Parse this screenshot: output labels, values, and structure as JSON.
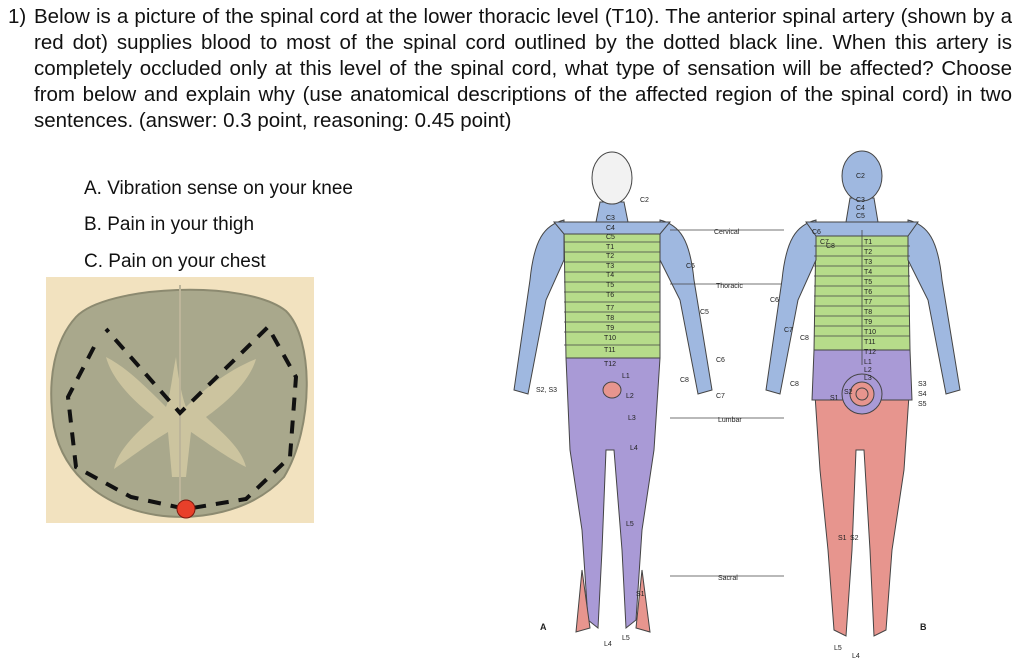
{
  "question": {
    "number": "1)",
    "text": "Below is a picture of the spinal cord at the lower thoracic level (T10). The anterior spinal artery (shown by a red dot) supplies blood to most of the spinal cord outlined by the dotted black line. When this artery is completely occluded only at this level of the spinal cord, what type of sensation will be affected? Choose from below and explain why (use anatomical descriptions of the affected region of the spinal cord) in two sentences. (answer: 0.3 point, reasoning: 0.45 point)"
  },
  "options": [
    "A. Vibration sense on your knee",
    "B. Pain in your thigh",
    "C. Pain on your chest"
  ],
  "colors": {
    "cervical": "#9fb8e0",
    "thoracic": "#b6dc8a",
    "lumbar": "#a99ad6",
    "sacral": "#e7958e",
    "artery": "#e8402a",
    "cord_bg": "#f2e2bf",
    "grey_matter": "#8b8e7a"
  },
  "dermatome": {
    "front": {
      "head": "C2",
      "levels": [
        "C3",
        "C4",
        "C5",
        "T1",
        "T2",
        "T3",
        "T4",
        "T5",
        "T6",
        "T7",
        "T8",
        "T9",
        "T10",
        "T11",
        "T12"
      ],
      "arm": [
        "C6",
        "C5",
        "C8",
        "C6",
        "C7"
      ],
      "legs": [
        "L1",
        "L2",
        "L3",
        "L4",
        "L5",
        "S1",
        "L4",
        "L5"
      ],
      "groin": "S2, S3",
      "panel": "A"
    },
    "regions": [
      "Cervical",
      "Thoracic",
      "Lumbar",
      "Sacral"
    ],
    "back": {
      "head": "C2",
      "levels": [
        "C3",
        "C4",
        "C5",
        "T1",
        "T2",
        "T3",
        "T4",
        "T5",
        "T6",
        "T7",
        "T8",
        "T9",
        "T10",
        "T11",
        "T12",
        "L1",
        "L2",
        "L3"
      ],
      "arm": [
        "C6",
        "C7",
        "C8",
        "C6",
        "C7",
        "C8"
      ],
      "sacral": [
        "S3",
        "S4",
        "S5",
        "S1",
        "S2",
        "S1",
        "S2"
      ],
      "feet": [
        "L5",
        "L4"
      ],
      "panel": "B"
    }
  }
}
